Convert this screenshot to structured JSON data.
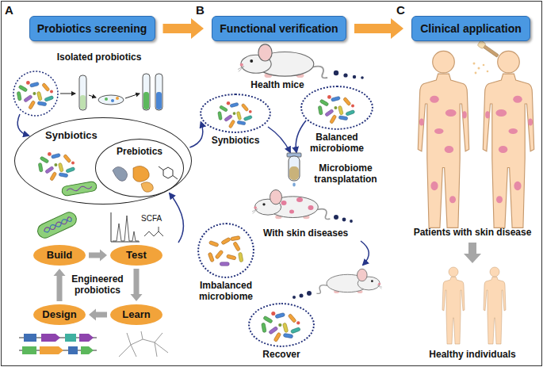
{
  "diagram": {
    "nodes": [
      {
        "text": [
          "Probiotics screening"
        ]
      },
      {
        "text": [
          "Functional verification"
        ]
      },
      {
        "text": [
          "Clinical application"
        ]
      },
      {
        "text": [
          "Synbiotics"
        ]
      },
      {
        "text": [
          "Prebiotics"
        ],
        "in": 3
      },
      {
        "text": [
          "Build"
        ]
      },
      {
        "text": [
          "Test"
        ]
      },
      {
        "text": [
          "Learn"
        ]
      },
      {
        "text": [
          "Design"
        ]
      },
      {
        "text": [
          "Synbiotics"
        ]
      },
      {
        "text": [
          "Balanced microbiome"
        ]
      },
      {
        "text": [
          "Imbalanced microbiome"
        ]
      },
      {
        "text": [
          "Recover"
        ]
      }
    ],
    "edges": [
      {
        "from": 0,
        "to": 1,
        "arrow": "to"
      },
      {
        "from": 1,
        "to": 2,
        "arrow": "to"
      },
      {
        "from": 5,
        "to": 6,
        "arrow": "to"
      },
      {
        "from": 6,
        "to": 7,
        "arrow": "to"
      },
      {
        "from": 7,
        "to": 8,
        "arrow": "to"
      },
      {
        "from": 8,
        "to": 5,
        "arrow": "to"
      },
      {
        "from": 3,
        "to": 9,
        "arrow": "to"
      }
    ],
    "labels": [
      "A",
      "Isolated probiotics",
      "SCFA",
      "Engineered probiotics",
      "B",
      "Health mice",
      "Microbiome transplatation",
      "With skin diseases",
      "C",
      "Patients with skin disease",
      "Healthy individuals"
    ]
  }
}
